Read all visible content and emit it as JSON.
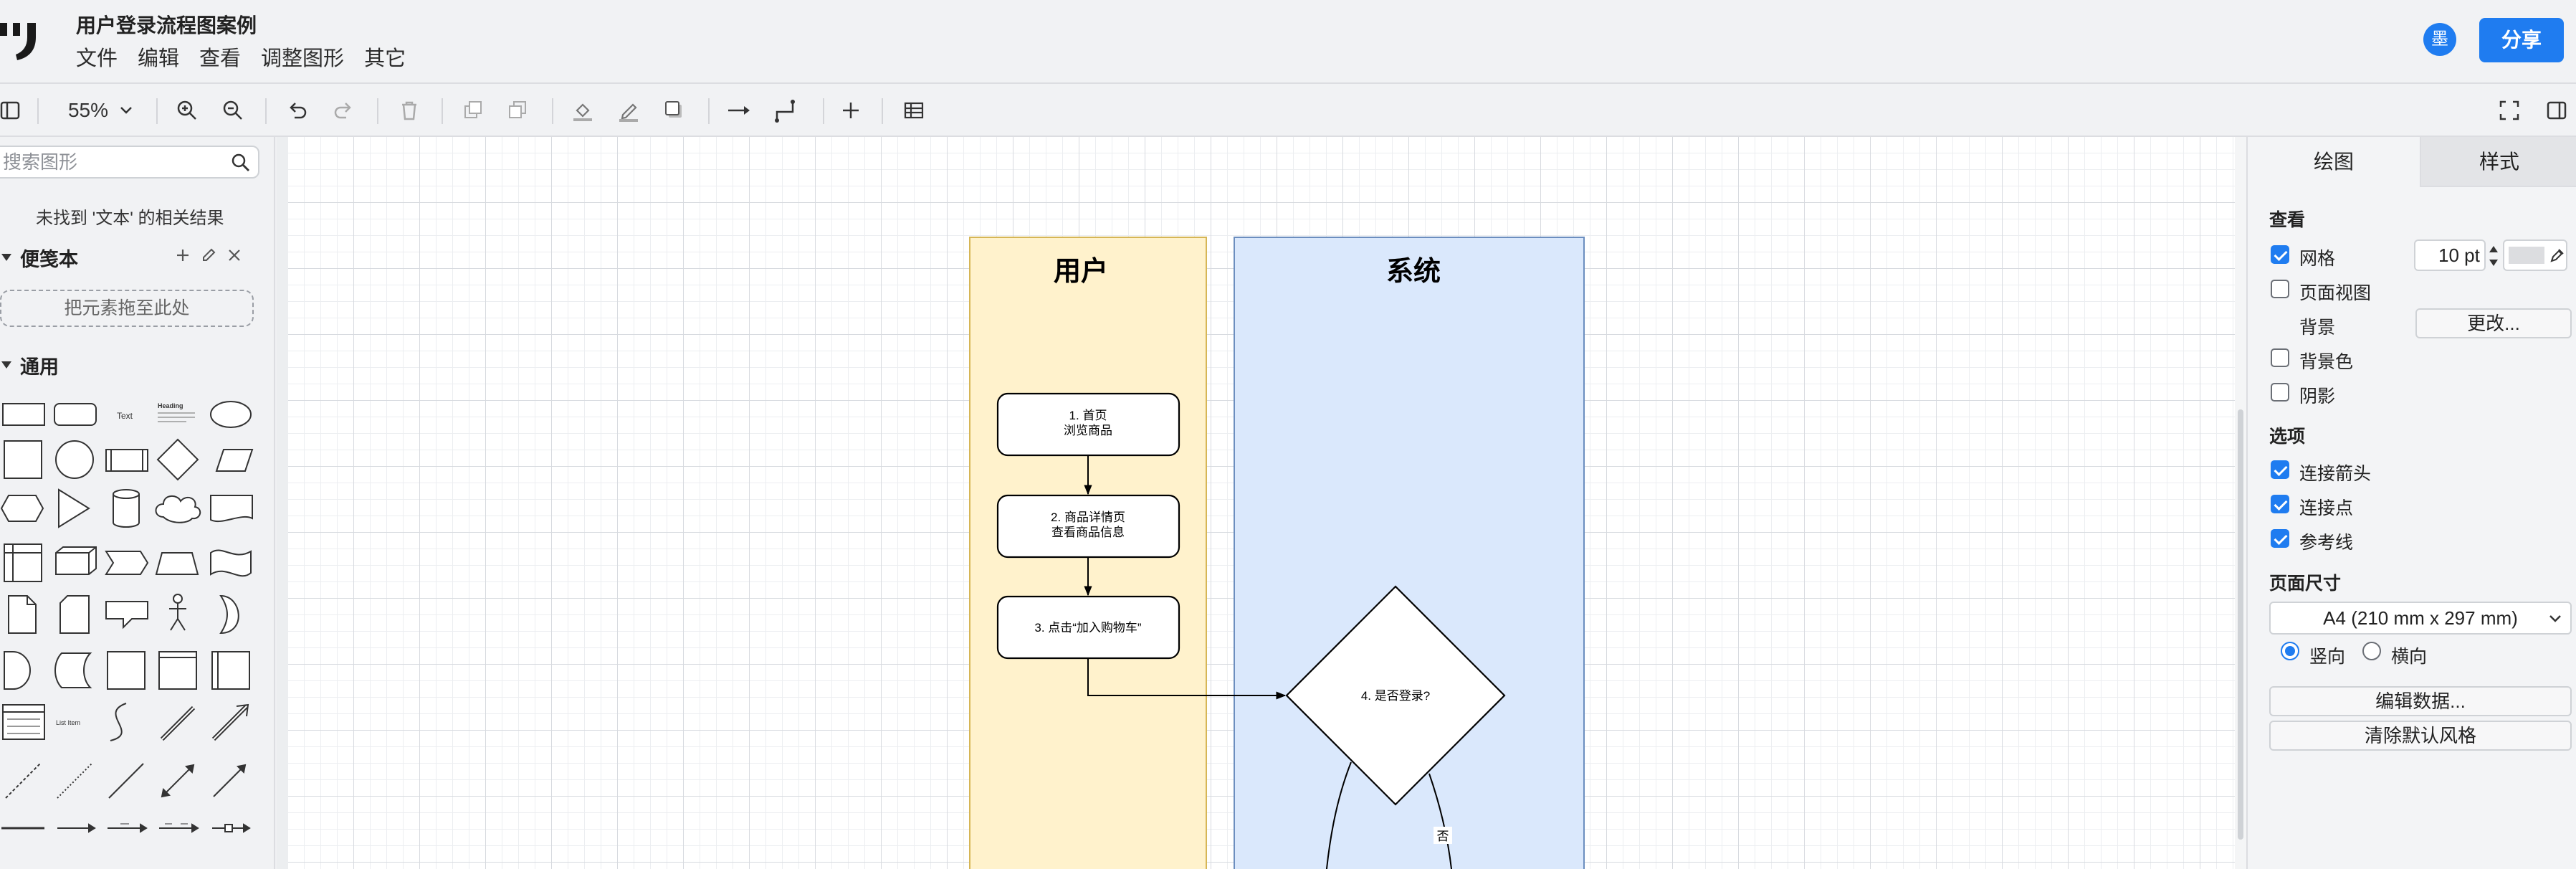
{
  "header": {
    "title": "用户登录流程图案例",
    "menus": [
      "文件",
      "编辑",
      "查看",
      "调整图形",
      "其它"
    ],
    "avatar_text": "墨",
    "share_label": "分享"
  },
  "toolbar": {
    "zoom": "55%"
  },
  "sidebar": {
    "search_placeholder": "搜索图形",
    "no_result": "未找到 '文本' 的相关结果",
    "scratchpad_title": "便笺本",
    "drop_hint": "把元素拖至此处",
    "general_title": "通用",
    "shape_text": "Text",
    "shape_heading": "Heading",
    "shape_list_item": "List Item"
  },
  "diagram": {
    "lane_user": "用户",
    "lane_system": "系统",
    "step1_line1": "1. 首页",
    "step1_line2": "浏览商品",
    "step2_line1": "2. 商品详情页",
    "step2_line2": "查看商品信息",
    "step3": "3. 点击“加入购物车”",
    "step4": "4. 是否登录?",
    "no_label": "否"
  },
  "right_panel": {
    "tab_draw": "绘图",
    "tab_style": "样式",
    "view_title": "查看",
    "grid_label": "网格",
    "grid_checked": true,
    "grid_size": "10 pt",
    "page_view_label": "页面视图",
    "page_view_checked": false,
    "background_label": "背景",
    "change_btn": "更改...",
    "bg_color_label": "背景色",
    "bg_color_checked": false,
    "shadow_label": "阴影",
    "shadow_checked": false,
    "options_title": "选项",
    "connect_arrows_label": "连接箭头",
    "connect_arrows_checked": true,
    "connect_points_label": "连接点",
    "connect_points_checked": true,
    "guides_label": "参考线",
    "guides_checked": true,
    "page_size_title": "页面尺寸",
    "page_size_value": "A4 (210 mm x 297 mm)",
    "portrait_label": "竖向",
    "portrait_checked": true,
    "landscape_label": "横向",
    "landscape_checked": false,
    "edit_data_btn": "编辑数据...",
    "clear_style_btn": "清除默认风格"
  },
  "colors": {
    "accent": "#1f7cf0",
    "lane_user_fill": "#fff2cc",
    "lane_user_stroke": "#d6b656",
    "lane_system_fill": "#dae8fc",
    "lane_system_stroke": "#6c8ebf"
  }
}
